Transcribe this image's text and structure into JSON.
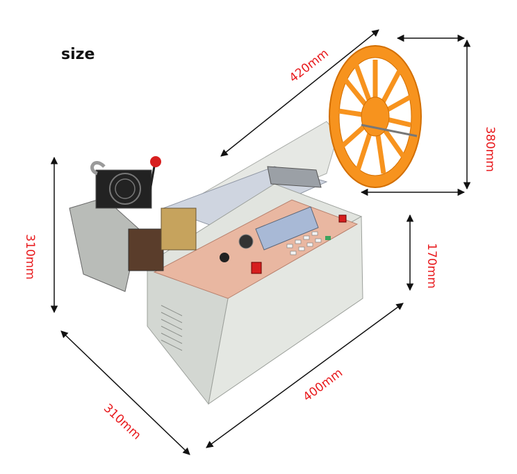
{
  "title": "size",
  "dimensions": {
    "top_length": "420mm",
    "reel_height": "380mm",
    "left_height": "310mm",
    "front_height": "170mm",
    "front_length": "400mm",
    "depth": "310mm"
  },
  "colors": {
    "dimension_text": "#e8191c",
    "arrow": "#111111",
    "reel": "#f7931e",
    "panel": "#e9b7a1",
    "body": "#d9ddd8"
  }
}
